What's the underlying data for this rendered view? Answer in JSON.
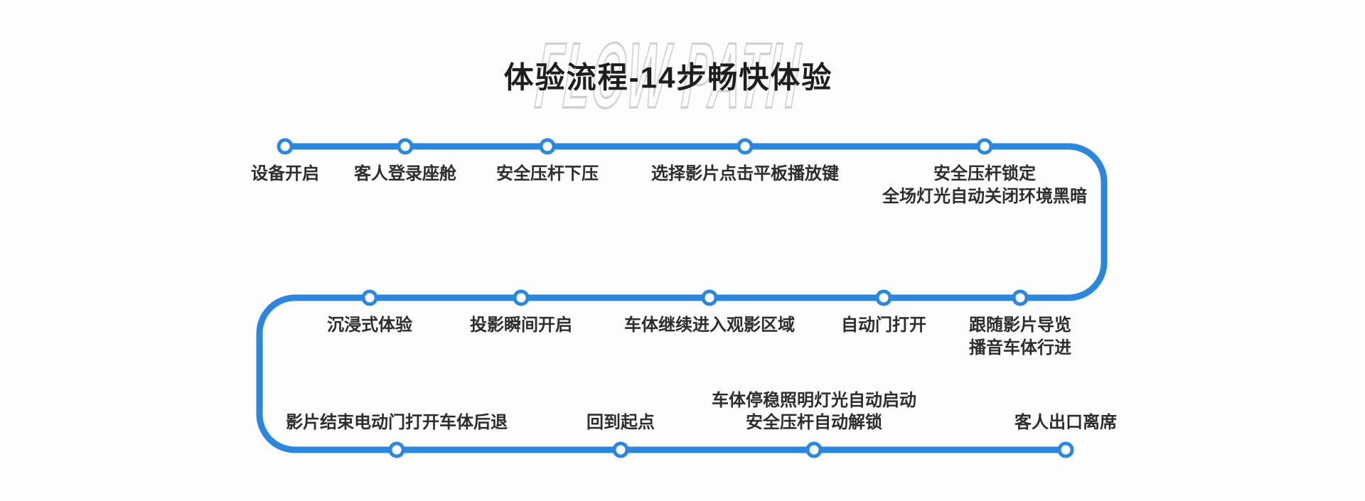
{
  "header": {
    "title": "体验流程-14步畅快体验",
    "watermark": "FLOW PATH"
  },
  "colors": {
    "path_blue": "#2b87dd",
    "text_dark": "#2d2d2d",
    "title_dark": "#1e1e1e",
    "watermark_gray": "#cfcfcf",
    "background": "#fdfdfd"
  },
  "steps": [
    {
      "label": "设备开启"
    },
    {
      "label": "客人登录座舱"
    },
    {
      "label": "安全压杆下压"
    },
    {
      "label": "选择影片点击平板播放键"
    },
    {
      "label": "安全压杆锁定\n全场灯光自动关闭环境黑暗"
    },
    {
      "label": "跟随影片导览\n播音车体行进"
    },
    {
      "label": "自动门打开"
    },
    {
      "label": "车体继续进入观影区域"
    },
    {
      "label": "投影瞬间开启"
    },
    {
      "label": "沉浸式体验"
    },
    {
      "label": "影片结束电动门打开车体后退"
    },
    {
      "label": "回到起点"
    },
    {
      "label": "车体停稳照明灯光自动启动\n安全压杆自动解锁"
    },
    {
      "label": "客人出口离席"
    }
  ]
}
